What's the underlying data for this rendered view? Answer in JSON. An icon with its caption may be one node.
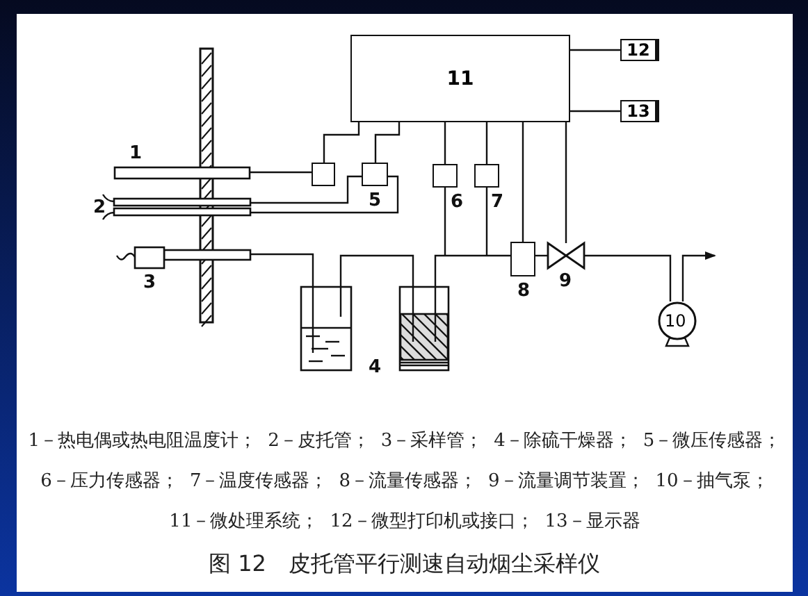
{
  "diagram": {
    "caption": "图 12　皮托管平行测速自动烟尘采样仪",
    "nodes": [
      {
        "text": [
          "11"
        ]
      },
      {
        "text": [
          "12"
        ]
      },
      {
        "text": [
          "13"
        ]
      },
      {
        "text": [],
        "shape": "bar",
        "beside": [
          "1"
        ]
      },
      {
        "text": [],
        "shape": "tube",
        "beside": [
          "2"
        ]
      },
      {
        "text": [],
        "shape": "box"
      },
      {
        "text": [],
        "shape": "box",
        "beside": [
          "5"
        ]
      },
      {
        "text": [],
        "shape": "box",
        "beside": [
          "6"
        ]
      },
      {
        "text": [],
        "shape": "box",
        "beside": [
          "7"
        ]
      },
      {
        "text": [],
        "shape": "tube",
        "beside": [
          "3"
        ]
      },
      {
        "text": [],
        "shape": "bottle"
      },
      {
        "text": [],
        "shape": "bottle"
      },
      {
        "text": [],
        "shape": "box",
        "beside": [
          "8"
        ]
      },
      {
        "text": [],
        "shape": "valve",
        "beside": [
          "9"
        ]
      },
      {
        "text": [
          "10"
        ]
      }
    ],
    "edges": [
      {
        "from": 3,
        "to": 5,
        "arrow": "none"
      },
      {
        "from": 5,
        "to": 0,
        "arrow": "none"
      },
      {
        "from": 6,
        "to": 0,
        "arrow": "none"
      },
      {
        "from": 4,
        "to": 6,
        "arrow": "none"
      },
      {
        "from": 4,
        "to": 6,
        "arrow": "none"
      },
      {
        "from": 9,
        "to": 10,
        "arrow": "none"
      },
      {
        "from": 10,
        "to": 11,
        "arrow": "none"
      },
      {
        "from": 11,
        "to": 12,
        "arrow": "none"
      },
      {
        "from": 7,
        "to": null,
        "arrow": "none"
      },
      {
        "from": 8,
        "to": null,
        "arrow": "none"
      },
      {
        "from": 7,
        "to": 0,
        "arrow": "none"
      },
      {
        "from": 8,
        "to": 0,
        "arrow": "none"
      },
      {
        "from": 12,
        "to": 0,
        "arrow": "none"
      },
      {
        "from": 12,
        "to": 13,
        "arrow": "none"
      },
      {
        "from": 13,
        "to": 0,
        "arrow": "none"
      },
      {
        "from": 13,
        "to": 14,
        "arrow": "none"
      },
      {
        "from": 14,
        "to": null,
        "arrow": "to"
      },
      {
        "from": 0,
        "to": 1,
        "arrow": "none"
      },
      {
        "from": 0,
        "to": 2,
        "arrow": "none"
      }
    ],
    "labels": [
      "4",
      "1－热电偶或热电阻温度计；",
      "2－皮托管；",
      "3－采样管；",
      "4－除硫干燥器；",
      "5－微压传感器；",
      "6－压力传感器；",
      "7－温度传感器；",
      "8－流量传感器；",
      "9－流量调节装置；",
      "10－抽气泵；",
      "11－微处理系统；",
      "12－微型打印机或接口；",
      "13－显示器"
    ]
  }
}
